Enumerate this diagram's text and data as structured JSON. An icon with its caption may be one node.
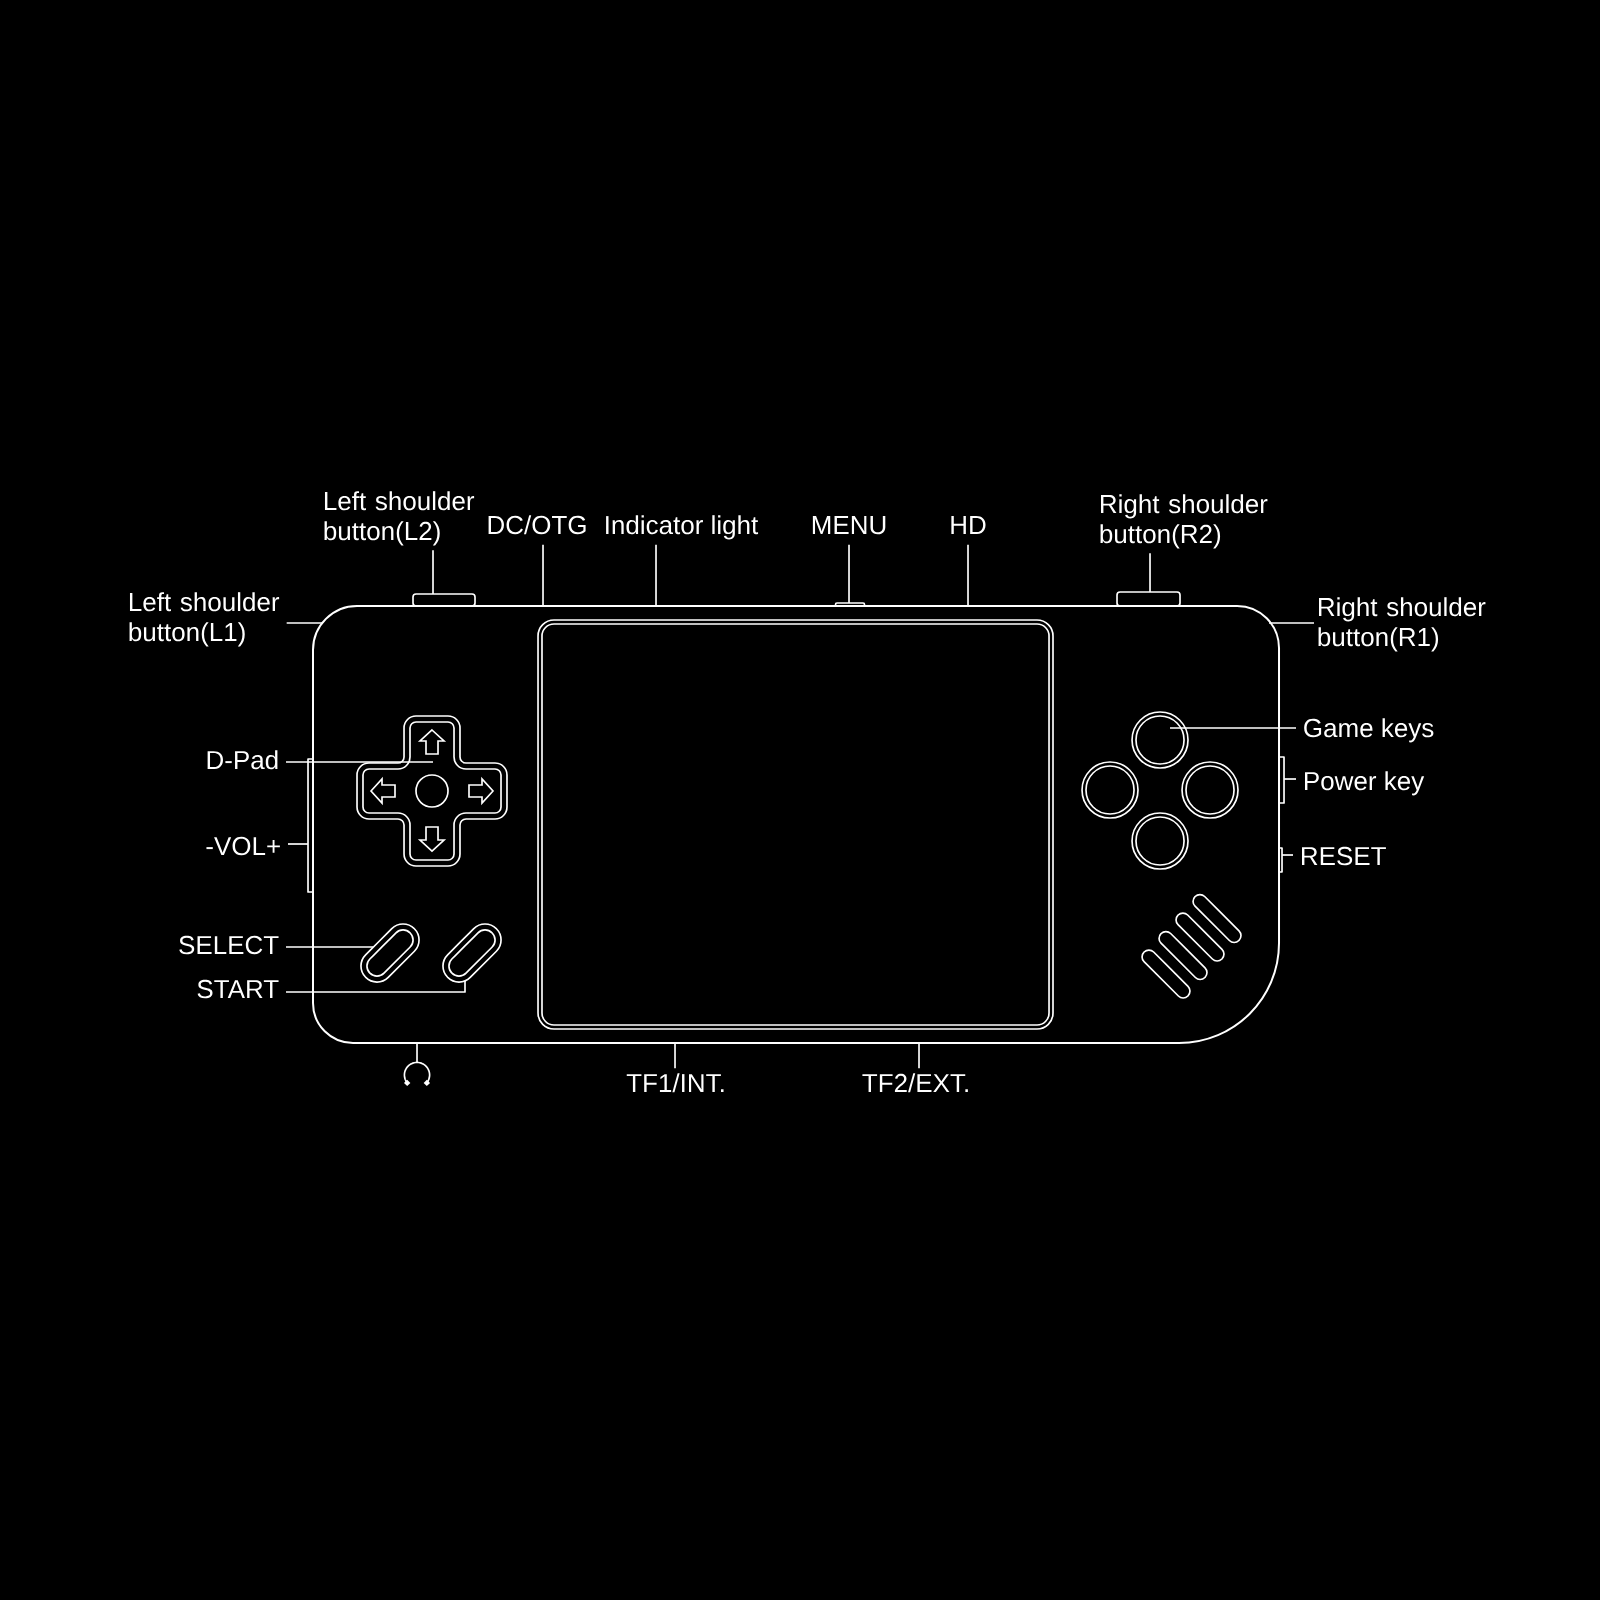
{
  "diagram": {
    "nodes": [
      {
        "text": [],
        "shape": "picture"
      },
      {
        "text": [
          "Left shoulder button(L2)"
        ]
      },
      {
        "text": [
          "DC/OTG"
        ]
      },
      {
        "text": [
          "Indicator light"
        ]
      },
      {
        "text": [
          "MENU"
        ]
      },
      {
        "text": [
          "HD"
        ]
      },
      {
        "text": [
          "Right shoulder button(R2)"
        ]
      },
      {
        "text": [
          "Left shoulder button(L1)"
        ]
      },
      {
        "text": [
          "Right shoulder button(R1)"
        ]
      },
      {
        "text": [
          "Game keys"
        ]
      },
      {
        "text": [
          "D-Pad"
        ]
      },
      {
        "text": [
          "Power key"
        ]
      },
      {
        "text": [
          "-VOL+"
        ]
      },
      {
        "text": [
          "RESET"
        ]
      },
      {
        "text": [
          "SELECT"
        ]
      },
      {
        "text": [
          "START"
        ]
      },
      {
        "text": [
          "TF1/INT."
        ]
      },
      {
        "text": [
          "TF2/EXT."
        ]
      },
      {
        "text": [],
        "shape": "box"
      },
      {
        "text": [],
        "shape": "box"
      },
      {
        "text": [],
        "shape": "box"
      },
      {
        "text": [],
        "shape": "picture",
        "in": 0
      },
      {
        "text": [],
        "shape": "bar"
      },
      {
        "text": [],
        "shape": "bar",
        "in": 0
      },
      {
        "text": [],
        "shape": "bar",
        "in": 0
      },
      {
        "text": [],
        "shape": "circle",
        "in": 0
      },
      {
        "text": [],
        "shape": "circle",
        "in": 0
      },
      {
        "text": [],
        "shape": "circle",
        "in": 0
      },
      {
        "text": [],
        "shape": "circle",
        "in": 0
      },
      {
        "text": [],
        "shape": "bar"
      },
      {
        "text": [],
        "shape": "bar"
      },
      {
        "text": [],
        "shape": "picture"
      },
      {
        "text": [],
        "shape": "bar",
        "in": 0
      },
      {
        "text": [],
        "shape": "bar",
        "in": 0
      },
      {
        "text": [],
        "shape": "bar",
        "in": 0
      },
      {
        "text": [],
        "shape": "bar",
        "in": 0
      }
    ],
    "edges": [
      {
        "from": 1,
        "to": 18,
        "arrow": "none"
      },
      {
        "from": 2,
        "to": 0,
        "arrow": "none"
      },
      {
        "from": 3,
        "to": 0,
        "arrow": "none"
      },
      {
        "from": 4,
        "to": 19,
        "arrow": "none"
      },
      {
        "from": 5,
        "to": 0,
        "arrow": "none"
      },
      {
        "from": 6,
        "to": 20,
        "arrow": "none"
      },
      {
        "from": 7,
        "to": 0,
        "arrow": "none"
      },
      {
        "from": 8,
        "to": 0,
        "arrow": "none"
      },
      {
        "from": 9,
        "to": 25,
        "arrow": "none"
      },
      {
        "from": 10,
        "to": 21,
        "arrow": "none"
      },
      {
        "from": 11,
        "to": 29,
        "arrow": "none"
      },
      {
        "from": 12,
        "to": 22,
        "arrow": "none"
      },
      {
        "from": 13,
        "to": 30,
        "arrow": "none"
      },
      {
        "from": 14,
        "to": 23,
        "arrow": "none"
      },
      {
        "from": 15,
        "to": 24,
        "arrow": "none"
      },
      {
        "from": 16,
        "to": 0,
        "arrow": "none"
      },
      {
        "from": 17,
        "to": 0,
        "arrow": "none"
      },
      {
        "from": 31,
        "to": 0,
        "arrow": "none"
      }
    ]
  }
}
